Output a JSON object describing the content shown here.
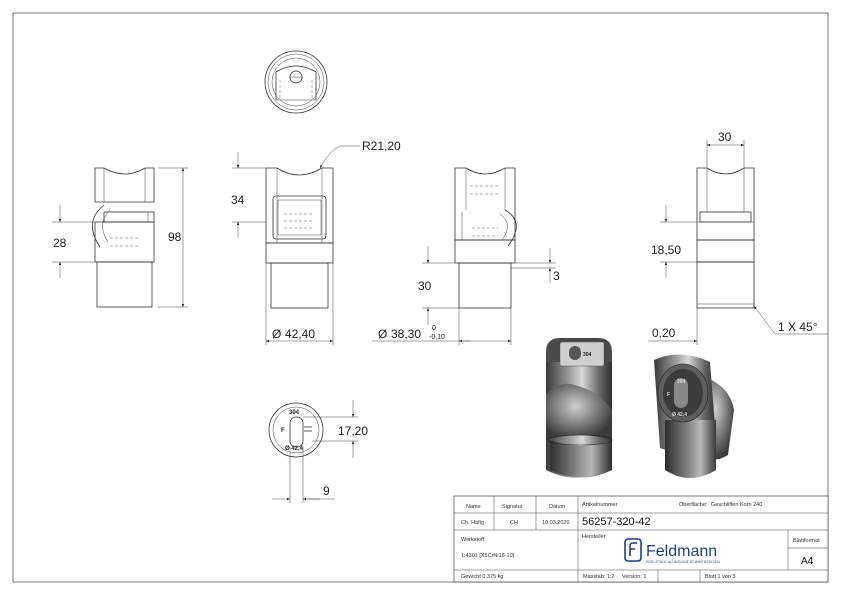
{
  "dimensions": {
    "height_total": "98",
    "height_lower": "28",
    "front_34": "34",
    "radius": "R21,20",
    "diameter_outer": "42,40",
    "side_30": "30",
    "side_3": "3",
    "diameter_inner": "38,30",
    "tol_upper": "0",
    "tol_lower": "-0,10",
    "right_width": "30",
    "right_height": "18,50",
    "right_gap": "0,20",
    "chamfer": "1 X 45°",
    "bottom_offset": "17,20",
    "bottom_width": "9"
  },
  "part_markings": {
    "material": "304",
    "brand_letter": "F",
    "diameter": "Ø 42,4"
  },
  "diameter_symbol": "Ø",
  "title_block": {
    "name_label": "Name",
    "signature_label": "Signatur",
    "date_label": "Datum",
    "name_value": "Ch. Häfig",
    "signature_value": "CH",
    "date_value": "10.03.2020",
    "article_label": "Artikelnummer",
    "article_number": "56257-320-42",
    "surface_label": "Oberfläche:",
    "surface_value": "Geschliffen Korn 240",
    "material_label": "Werkstoff:",
    "material_value": "1.4301 [X5CrNi18-10]",
    "manufacturer_label": "Hersteller",
    "brand_name": "Feldmann",
    "brand_tagline": "EDELSTAHL ALUMINIUM SCHMIEDEEISEN",
    "sheet_format_label": "Blattformat",
    "sheet_format": "A4",
    "weight": "Gewicht 0.375 kg",
    "scale": "Masstab: 1:2",
    "version": "Version: 1",
    "sheet": "Blatt 1 von 3"
  }
}
